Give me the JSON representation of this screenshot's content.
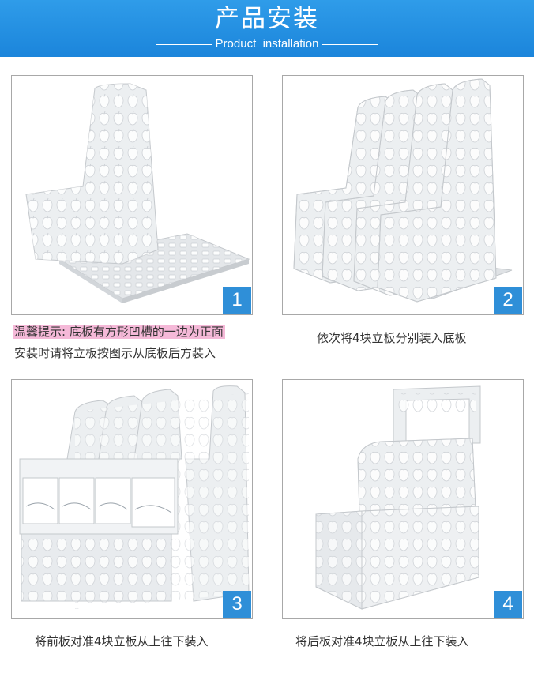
{
  "header": {
    "title": "产品安装",
    "subtitle": "Product  installation",
    "background_color": "#1f8ee0"
  },
  "steps": [
    {
      "number": "1"
    },
    {
      "number": "2",
      "caption": "依次将4块立板分别装入底板"
    },
    {
      "number": "3",
      "caption": "将前板对准4块立板从上往下装入"
    },
    {
      "number": "4",
      "caption": "将后板对准4块立板从上往下装入"
    }
  ],
  "tip": {
    "highlighted": "温馨提示: 底板有方形凹槽的一边为正面",
    "line2": "安装时请将立板按图示从底板后方装入",
    "highlight_color": "#f5b9d8"
  },
  "badge_color": "#2f8fd8",
  "image_icons": [
    "apple-hole-pattern"
  ]
}
